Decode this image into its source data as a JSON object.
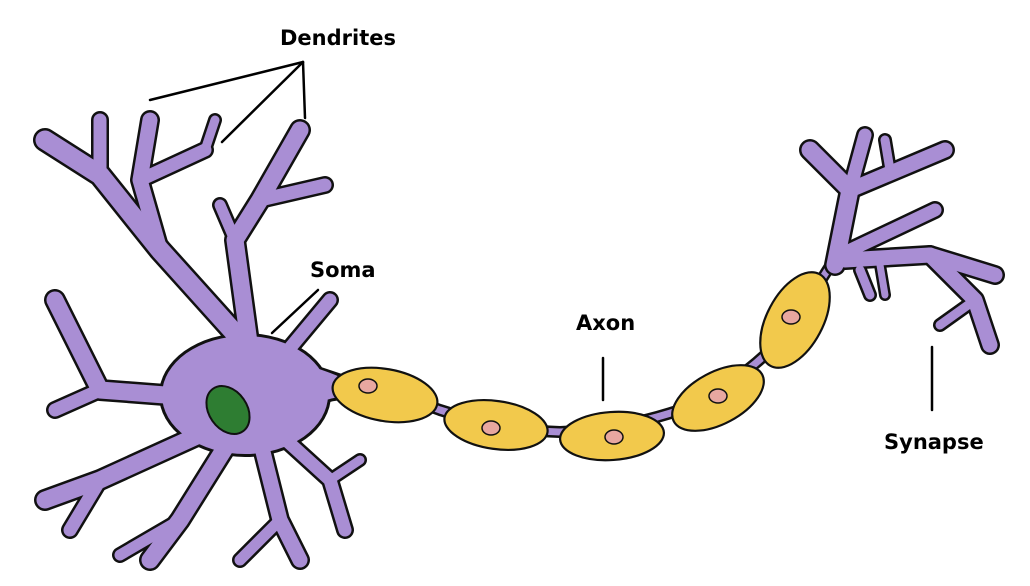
{
  "labels": {
    "dendrites": "Dendrites",
    "soma": "Soma",
    "axon": "Axon",
    "synapse": "Synapse"
  },
  "colors": {
    "cell_body": "#A98ED4",
    "myelin": "#F2C94C",
    "node_nucleus": "#E8A7A0",
    "soma_nucleus": "#2E7D32",
    "outline": "#111111"
  }
}
